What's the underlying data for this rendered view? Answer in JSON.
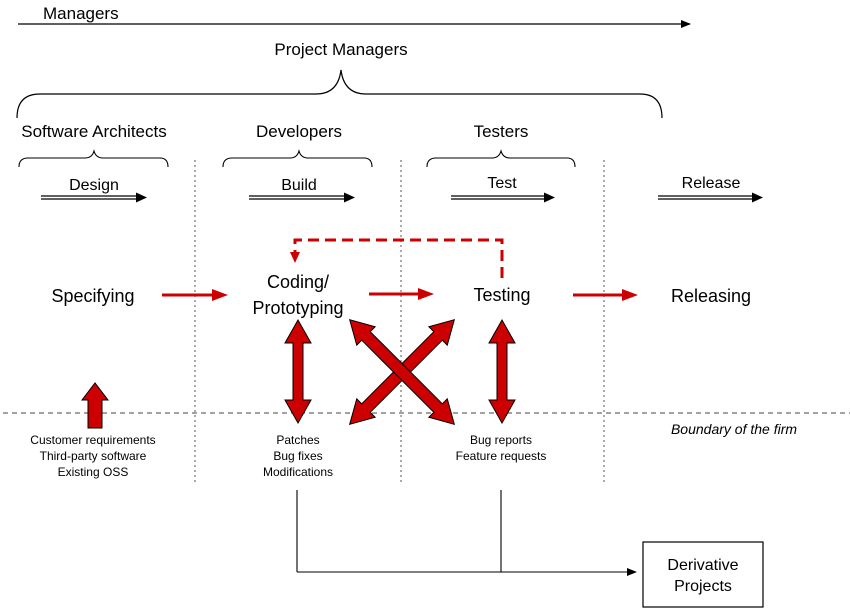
{
  "roles": {
    "managers": "Managers",
    "project_managers": "Project Managers",
    "software_architects": "Software Architects",
    "developers": "Developers",
    "testers": "Testers"
  },
  "phases": {
    "design": "Design",
    "build": "Build",
    "test": "Test",
    "release": "Release"
  },
  "stages": {
    "specifying": "Specifying",
    "coding_line1": "Coding/",
    "coding_line2": "Prototyping",
    "testing": "Testing",
    "releasing": "Releasing"
  },
  "boundary_label": "Boundary of the firm",
  "inputs": {
    "customer": [
      "Customer requirements",
      "Third-party software",
      "Existing OSS"
    ],
    "patches": [
      "Patches",
      "Bug fixes",
      "Modifications"
    ],
    "bugs": [
      "Bug reports",
      "Feature requests"
    ]
  },
  "derivative": {
    "line1": "Derivative",
    "line2": "Projects"
  },
  "colors": {
    "arrow_red": "#cc0000",
    "line": "#000000"
  }
}
